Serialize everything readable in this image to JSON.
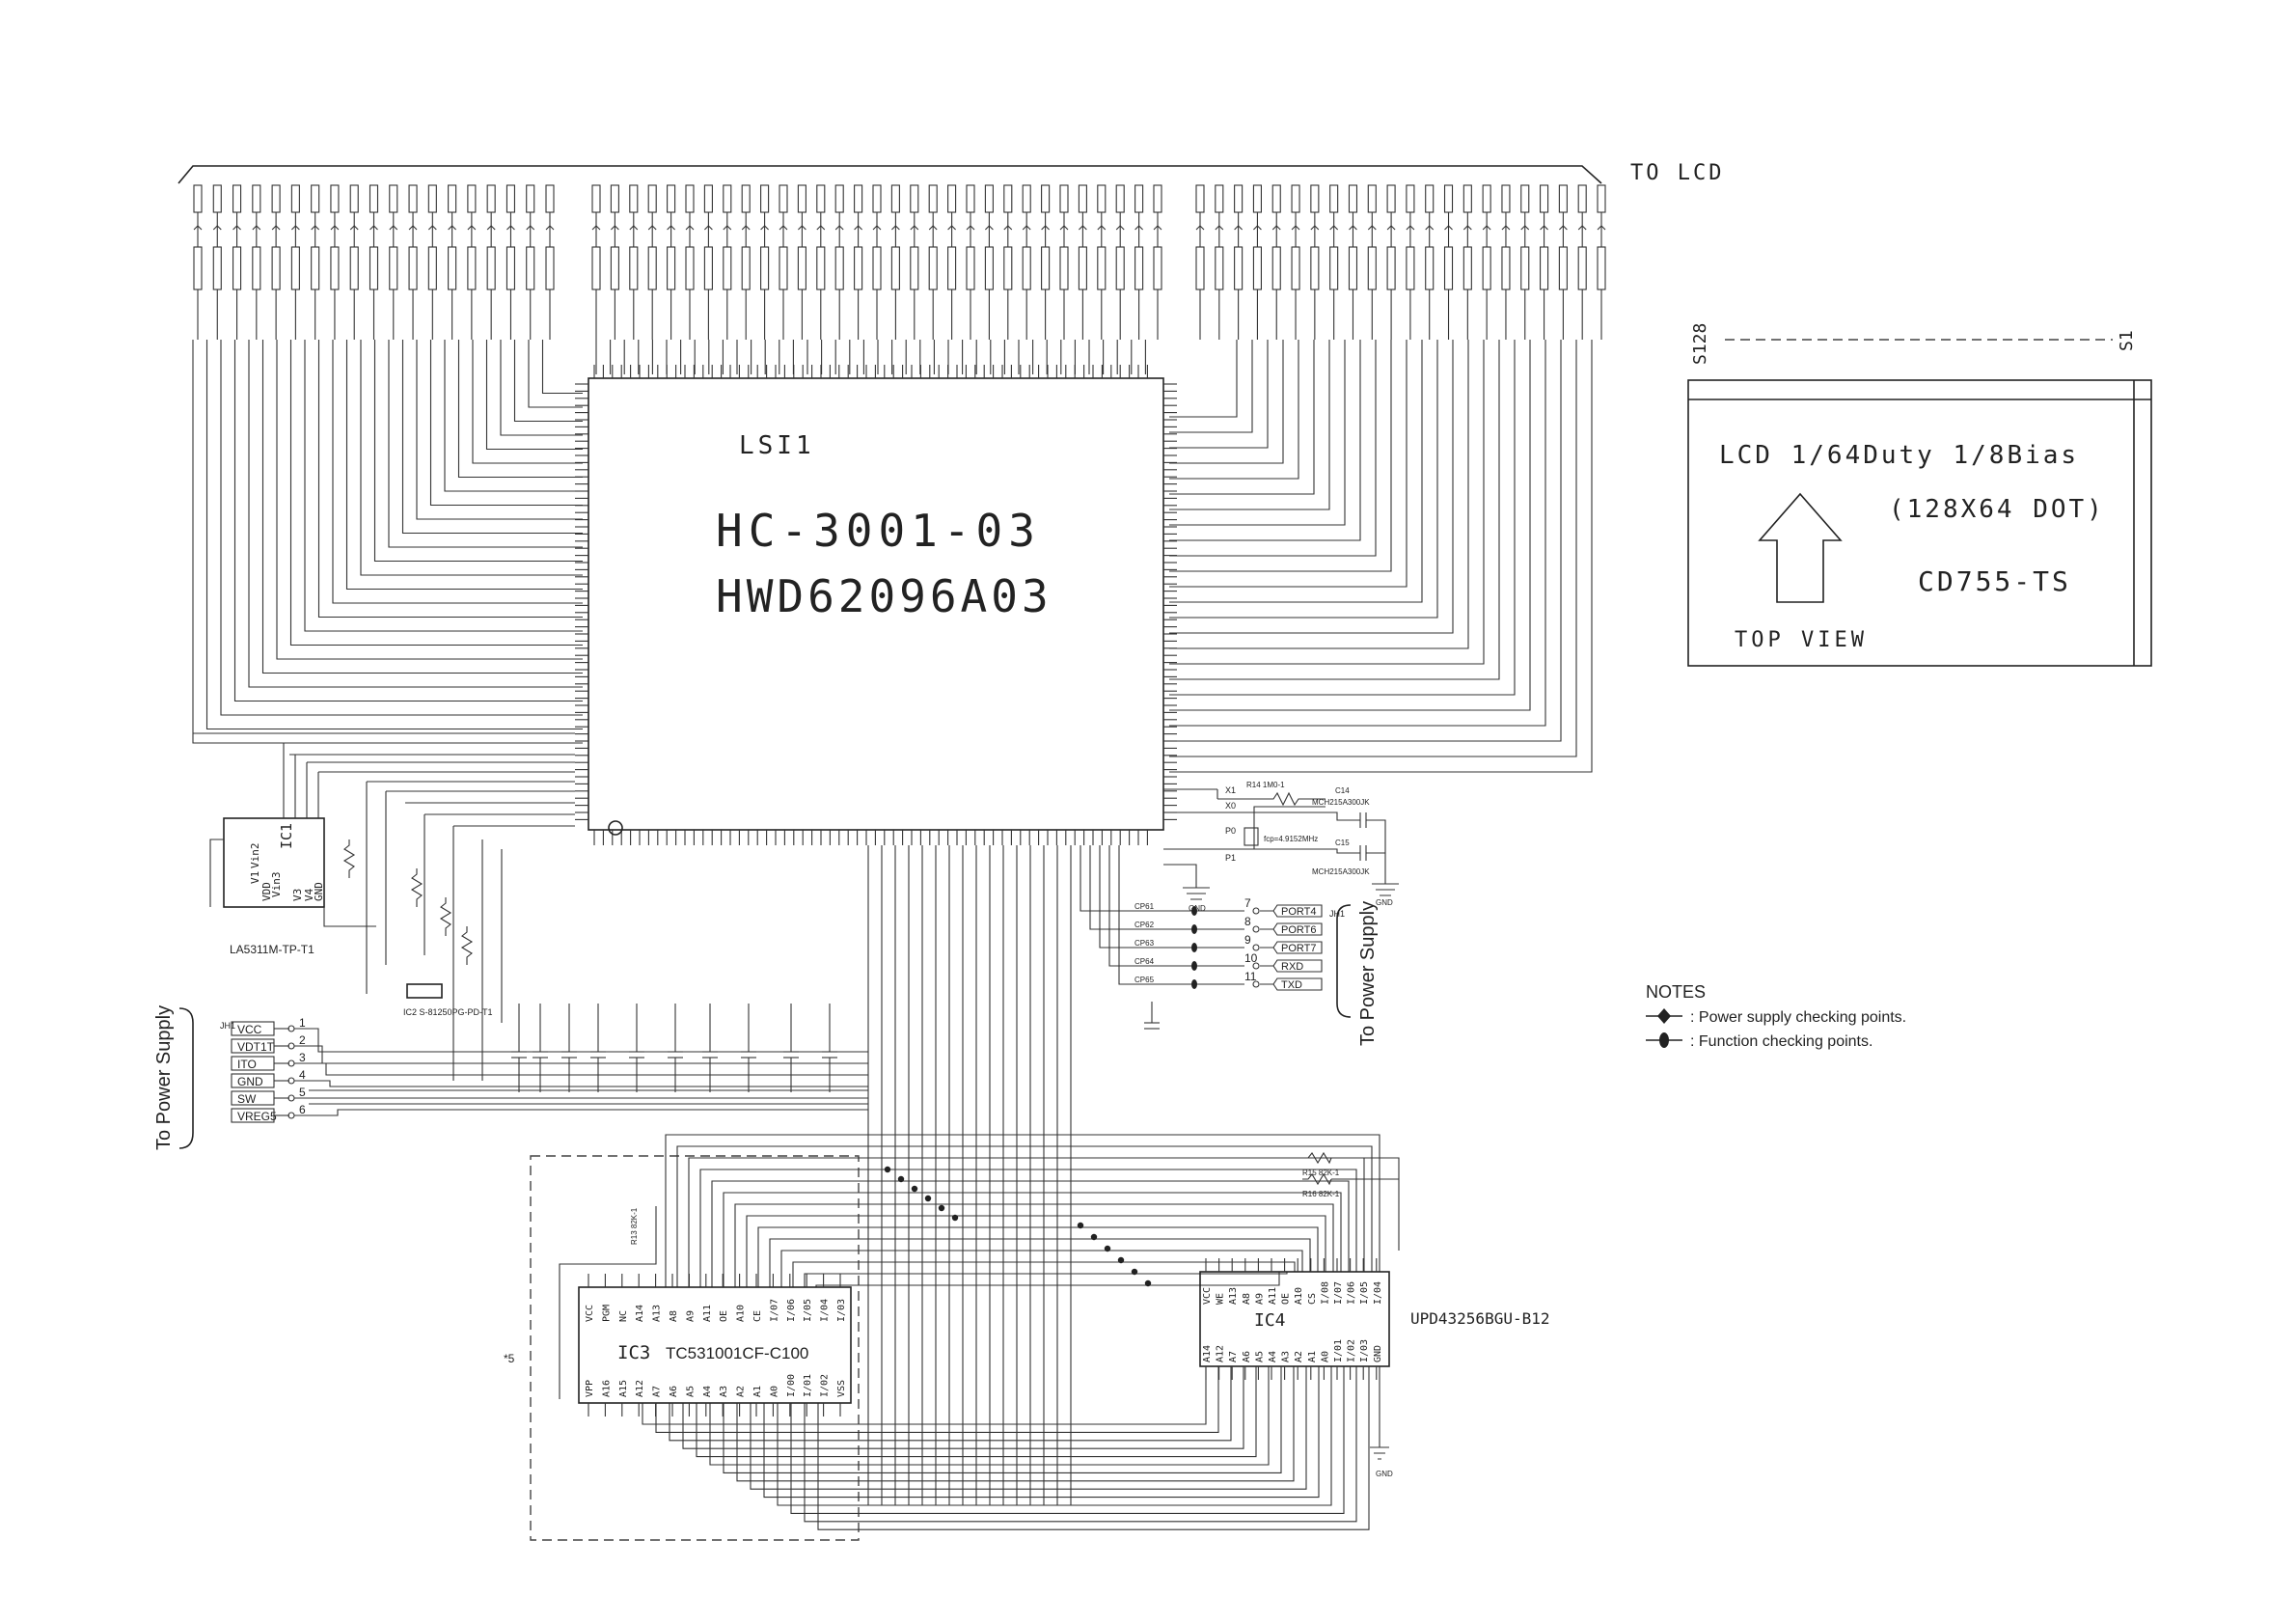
{
  "header": {
    "to_lcd": "TO LCD"
  },
  "lsi": {
    "ref": "LSI1",
    "part": "HC-3001-03",
    "part2": "HWD62096A03"
  },
  "lcd": {
    "s128": "S128",
    "s1": "S1",
    "duty": "LCD 1/64Duty 1/8Bias",
    "dots": "(128X64 DOT)",
    "model": "CD755-TS",
    "view": "TOP VIEW"
  },
  "ic1": {
    "ref": "IC1",
    "part": "LA5311M-TP-T1",
    "pins": [
      "Vin2",
      "V1",
      "VDD",
      "Vin3",
      "V3",
      "V4",
      "GND"
    ]
  },
  "ic2": {
    "part": "IC2  S-81250PG-PD-T1"
  },
  "ic3": {
    "ref": "IC3",
    "part": "TC531001CF-C100",
    "top_pins": [
      "VCC",
      "PGM",
      "NC",
      "A14",
      "A13",
      "A8",
      "A9",
      "A11",
      "OE",
      "A10",
      "CE",
      "I/07",
      "I/06",
      "I/05",
      "I/04",
      "I/03"
    ],
    "bottom_pins": [
      "VPP",
      "A16",
      "A15",
      "A12",
      "A7",
      "A6",
      "A5",
      "A4",
      "A3",
      "A2",
      "A1",
      "A0",
      "I/00",
      "I/01",
      "I/02",
      "VSS"
    ]
  },
  "ic4": {
    "ref": "IC4",
    "part": "UPD43256BGU-B12",
    "top_pins": [
      "VCC",
      "WE",
      "A13",
      "A8",
      "A9",
      "A11",
      "OE",
      "A10",
      "CS",
      "I/08",
      "I/07",
      "I/06",
      "I/05",
      "I/04"
    ],
    "bottom_pins": [
      "A14",
      "A12",
      "A7",
      "A6",
      "A5",
      "A4",
      "A3",
      "A2",
      "A1",
      "A0",
      "I/01",
      "I/02",
      "I/03",
      "GND"
    ]
  },
  "jh1_left": {
    "title": "To Power Supply",
    "ref": "JH1",
    "signals": [
      "VCC",
      "VDT1T",
      "ITO",
      "GND",
      "SW",
      "VREG5"
    ],
    "numbers": [
      "1",
      "2",
      "3",
      "4",
      "5",
      "6"
    ]
  },
  "jh1_right": {
    "title": "To Power Supply",
    "ref": "JH1",
    "signals": [
      "PORT4",
      "PORT6",
      "PORT7",
      "RXD",
      "TXD"
    ],
    "numbers": [
      "7",
      "8",
      "9",
      "10",
      "11"
    ],
    "check_points": [
      "CP61",
      "CP62",
      "CP63",
      "CP64",
      "CP65"
    ]
  },
  "osc": {
    "x1": "X1",
    "x0": "X0",
    "p0": "P0",
    "p1": "P1",
    "r14": "R14 1M0-1",
    "c14": "C14",
    "c15": "C15",
    "crystal": "fcp=4.9152MHz",
    "cap": "MCH215A300JK"
  },
  "grounds": [
    "GND",
    "GND",
    "GND",
    "GND"
  ],
  "notes": {
    "title": "NOTES",
    "items": [
      ": Power supply checking points.",
      ": Function checking points."
    ]
  },
  "misc": {
    "star5": "*5",
    "r15": "R15 82K-1",
    "r16": "R16 82K-1",
    "r13": "R13 82K-1"
  }
}
